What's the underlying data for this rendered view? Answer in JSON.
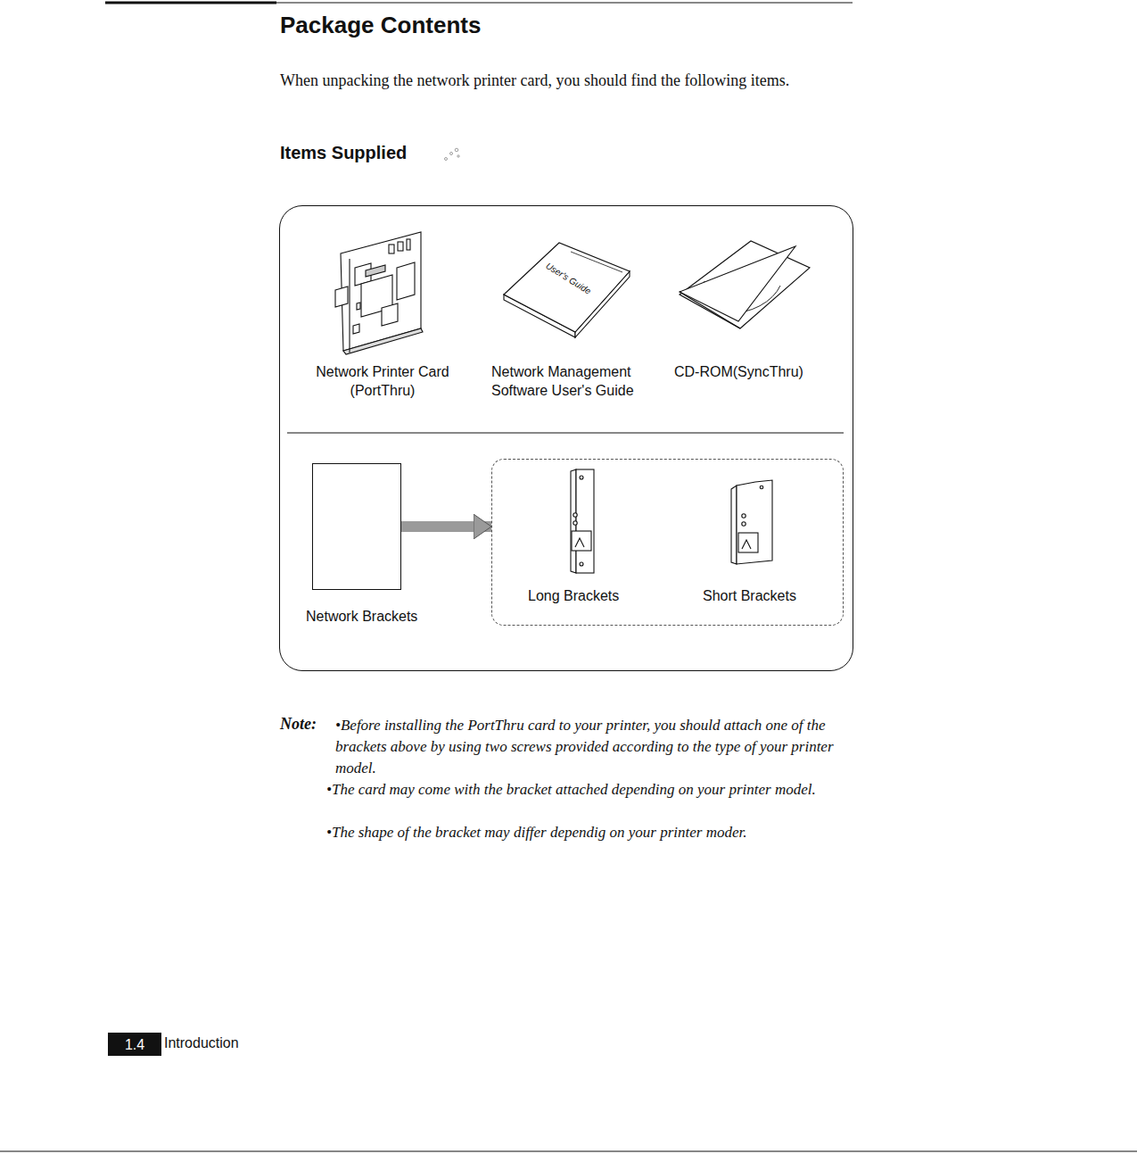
{
  "diagram": {
    "title": "Package Contents",
    "nodes": [
      {
        "text": [
          "Network Printer Card (PortThru)",
          "Network Management Software User's Guide",
          "CD-ROM(SyncThru)"
        ]
      },
      {
        "text": [
          "Network Brackets"
        ],
        "in": 0
      },
      {
        "text": [
          "Long Brackets",
          "Short Brackets"
        ],
        "in": 0
      },
      {
        "text": [
          "1.4"
        ]
      }
    ],
    "edges": [
      {
        "from": 1,
        "to": 2,
        "arrow": "to"
      }
    ],
    "labels": [
      "When unpacking the network printer card, you should find the following items.",
      "Items Supplied",
      "User's Guide",
      "Note:",
      "•Before installing the PortThru card to your printer, you should attach one of the brackets above by using two screws provided according to the type of your printer model.",
      "•The card may come with the bracket attached depending on your printer model.",
      "•The shape of the bracket may differ dependig on your printer moder.",
      "Introduction"
    ]
  }
}
